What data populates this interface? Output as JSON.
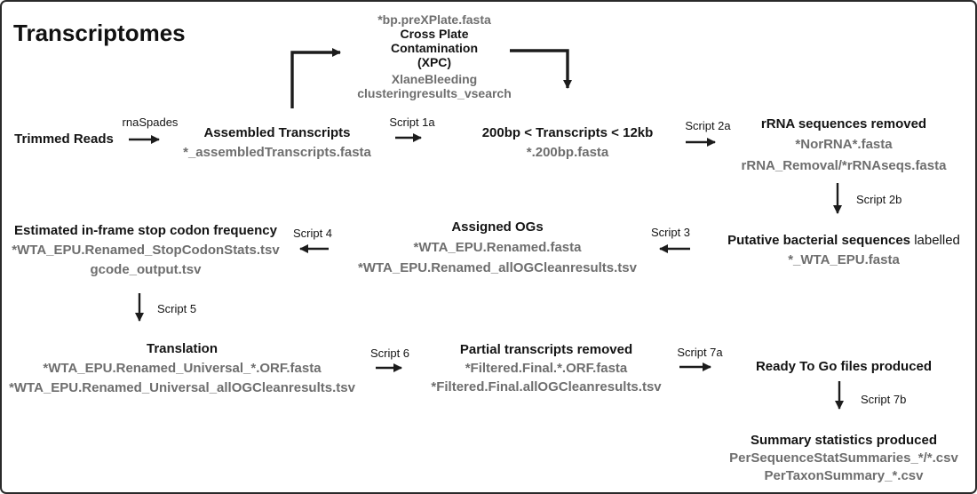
{
  "title": "Transcriptomes",
  "colors": {
    "heading_text": "#141414",
    "file_text": "#6e6e6e",
    "arrow": "#1c1c1c",
    "border": "#2a2a2a",
    "background": "#ffffff"
  },
  "nodes": {
    "trimmed_reads": {
      "title": "Trimmed Reads"
    },
    "xpc": {
      "file_above": "*bp.preXPlate.fasta",
      "title_lines": [
        "Cross Plate",
        "Contamination",
        "(XPC)"
      ],
      "files": [
        "XlaneBleeding",
        "clusteringresults_vsearch"
      ]
    },
    "assembled": {
      "title": "Assembled Transcripts",
      "files": [
        "*_assembledTranscripts.fasta"
      ]
    },
    "size_filtered": {
      "title": "200bp < Transcripts < 12kb",
      "files": [
        "*.200bp.fasta"
      ]
    },
    "rrna_removed": {
      "title": "rRNA sequences removed",
      "files": [
        "*NorRNA*.fasta",
        "rRNA_Removal/*rRNAseqs.fasta"
      ]
    },
    "putative_bacterial": {
      "title_bold": "Putative bacterial sequences",
      "title_light": "labelled",
      "files": [
        "*_WTA_EPU.fasta"
      ]
    },
    "assigned_ogs": {
      "title": "Assigned OGs",
      "files": [
        "*WTA_EPU.Renamed.fasta",
        "*WTA_EPU.Renamed_allOGCleanresults.tsv"
      ]
    },
    "stop_codon": {
      "title": "Estimated in-frame stop codon frequency",
      "files": [
        "*WTA_EPU.Renamed_StopCodonStats.tsv",
        "gcode_output.tsv"
      ]
    },
    "translation": {
      "title": "Translation",
      "files": [
        "*WTA_EPU.Renamed_Universal_*.ORF.fasta",
        "*WTA_EPU.Renamed_Universal_allOGCleanresults.tsv"
      ]
    },
    "partial_removed": {
      "title": "Partial transcripts removed",
      "files": [
        "*Filtered.Final.*.ORF.fasta",
        "*Filtered.Final.allOGCleanresults.tsv"
      ]
    },
    "ready_to_go": {
      "title": "Ready To Go files produced"
    },
    "summary_stats": {
      "title": "Summary statistics produced",
      "files": [
        "PerSequenceStatSummaries_*/*.csv",
        "PerTaxonSummary_*.csv"
      ]
    }
  },
  "edges": {
    "rnaspades": "rnaSpades",
    "script_1a": "Script 1a",
    "script_2a": "Script 2a",
    "script_2b": "Script 2b",
    "script_3": "Script 3",
    "script_4": "Script 4",
    "script_5": "Script 5",
    "script_6": "Script 6",
    "script_7a": "Script 7a",
    "script_7b": "Script 7b"
  }
}
